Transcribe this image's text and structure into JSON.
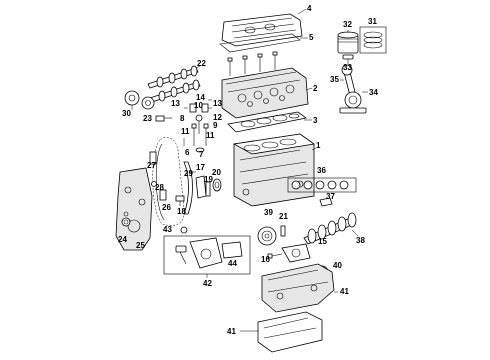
{
  "callouts": {
    "c1": "1",
    "c2": "2",
    "c3": "3",
    "c4": "4",
    "c5": "5",
    "c6": "6",
    "c7": "7",
    "c8": "8",
    "c9": "9",
    "c10": "10",
    "c11a": "11",
    "c11b": "11",
    "c12": "12",
    "c13a": "13",
    "c13b": "13",
    "c14": "14",
    "c15": "15",
    "c16": "16",
    "c17": "17",
    "c18": "18",
    "c19": "19",
    "c20": "20",
    "c21": "21",
    "c22": "22",
    "c23": "23",
    "c24": "24",
    "c25": "25",
    "c26": "26",
    "c27": "27",
    "c28": "28",
    "c29": "29",
    "c30": "30",
    "c31": "31",
    "c32": "32",
    "c33": "33",
    "c34": "34",
    "c35": "35",
    "c36": "36",
    "c37": "37",
    "c38": "38",
    "c39": "39",
    "c40": "40",
    "c41a": "41",
    "c41b": "41",
    "c42": "42",
    "c43": "43",
    "c44": "44"
  }
}
